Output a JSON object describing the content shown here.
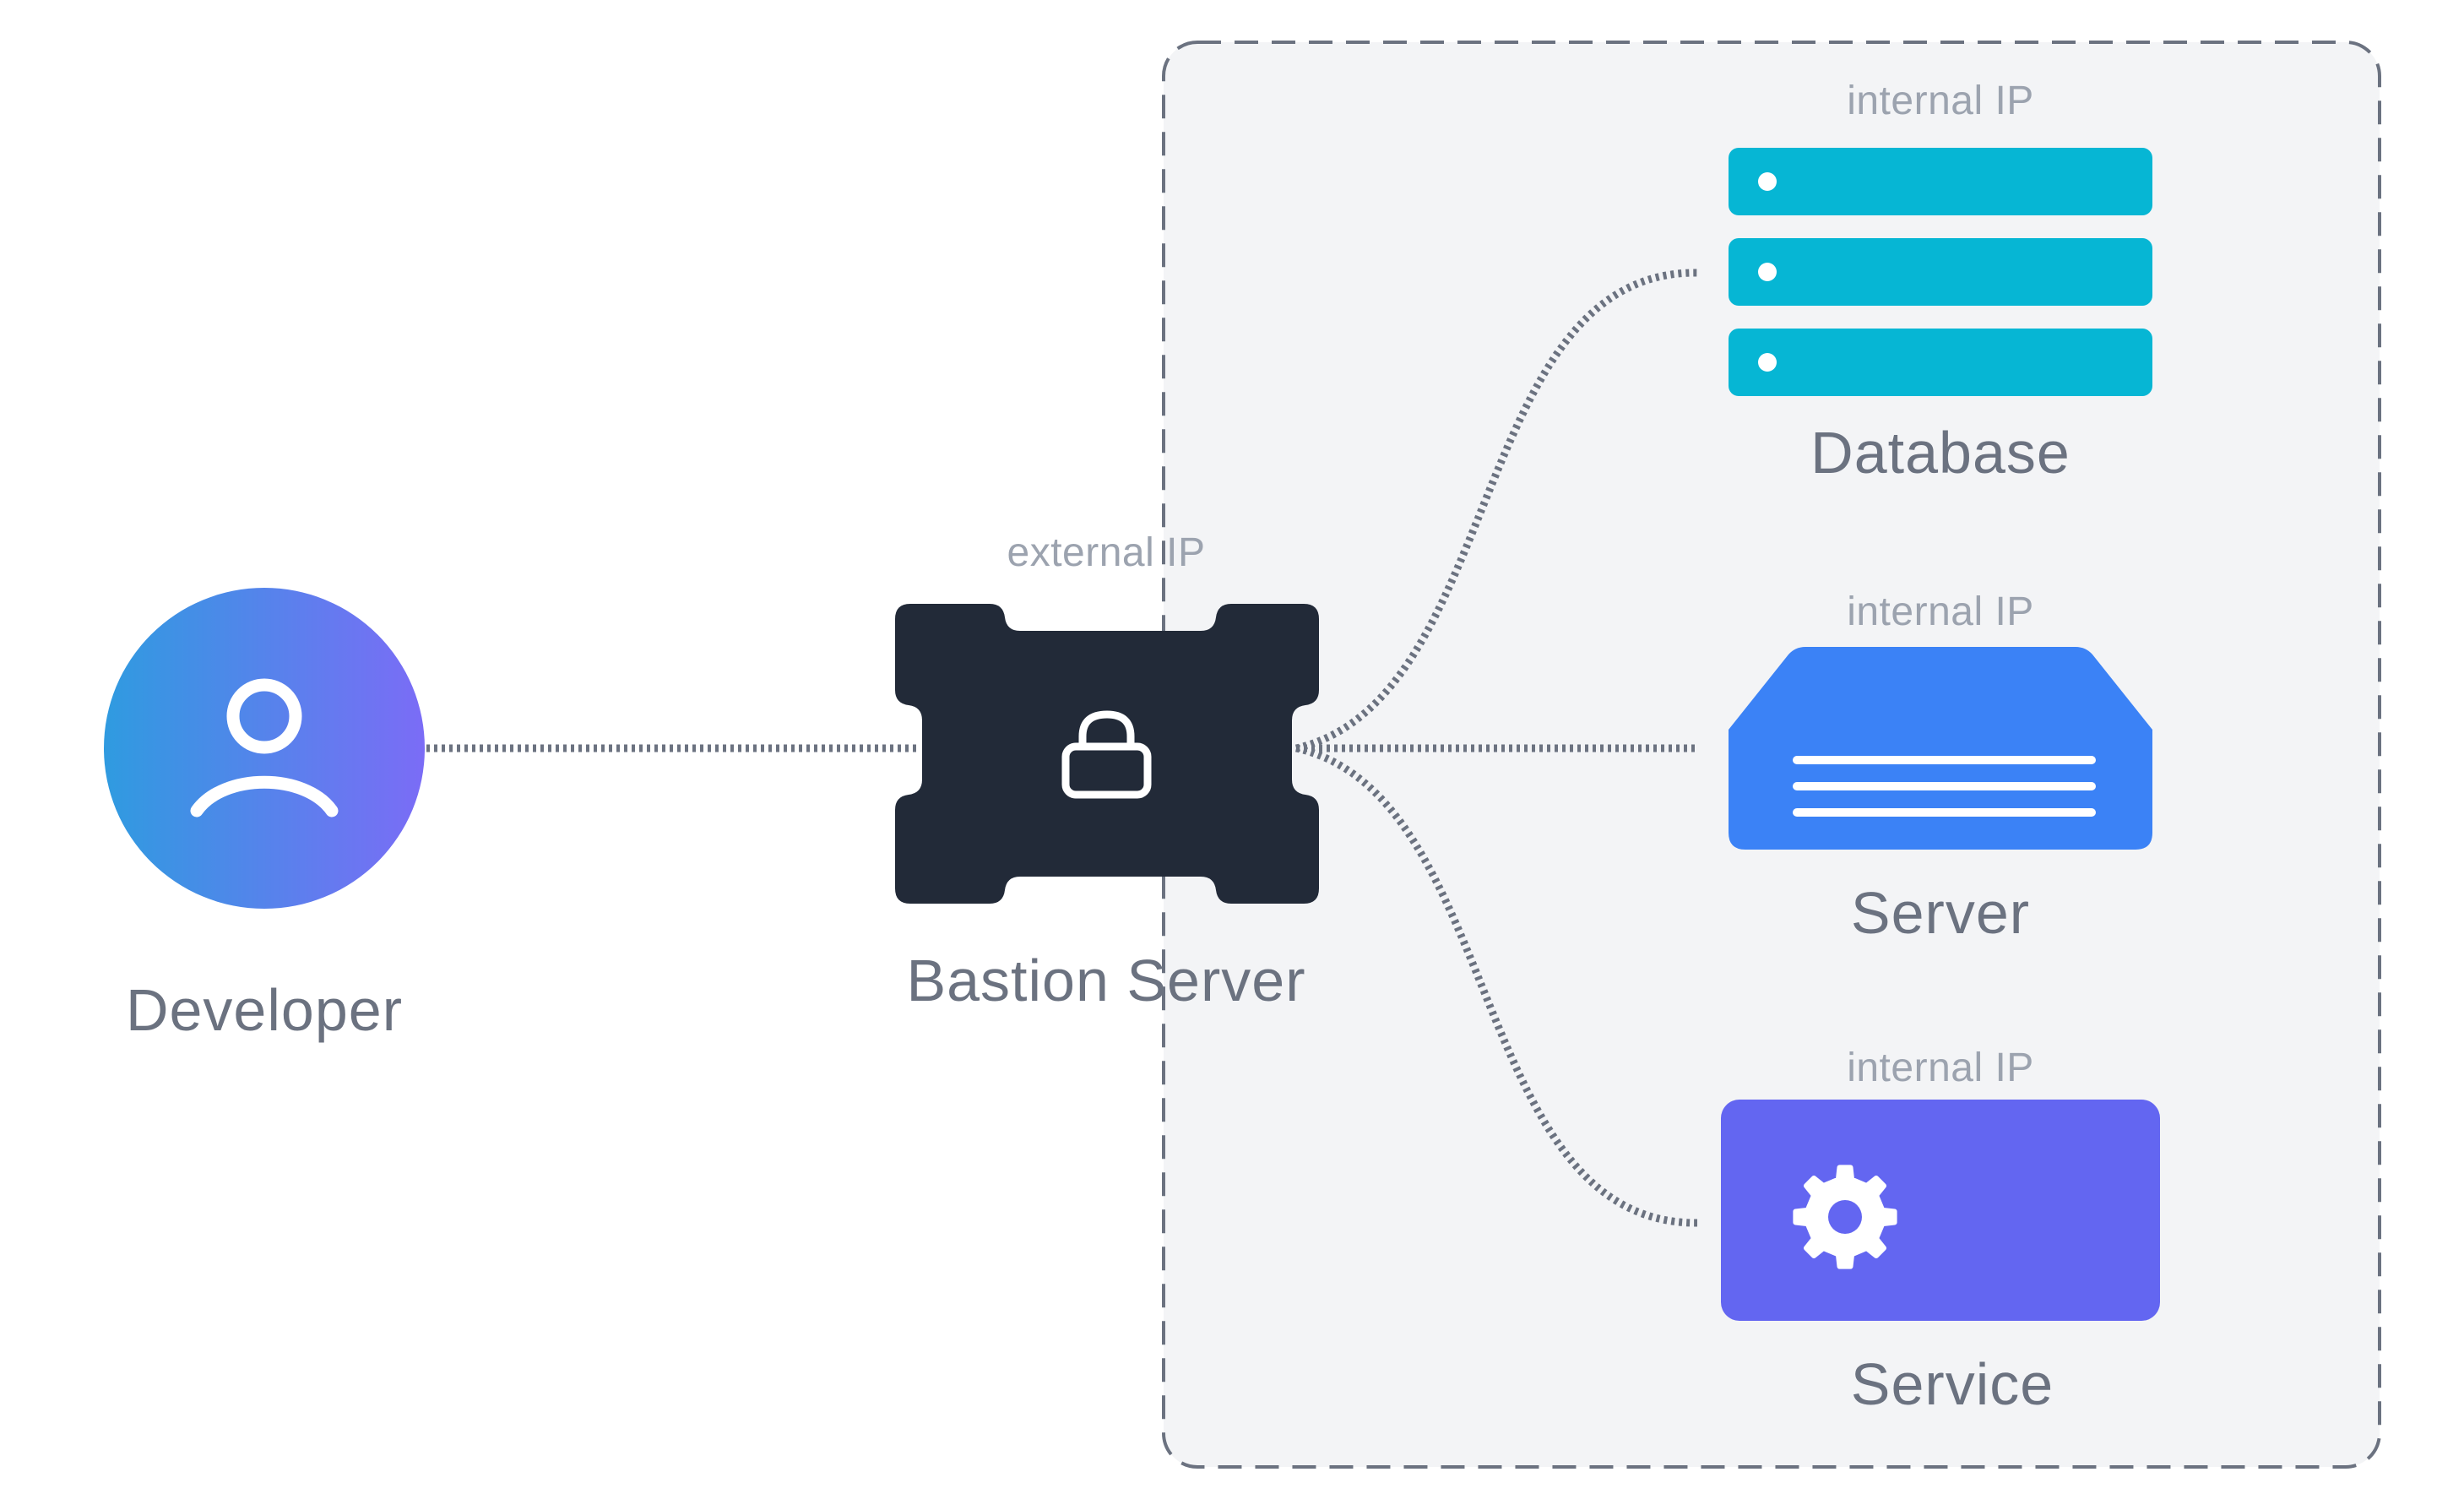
{
  "nodes": {
    "developer": {
      "label": "Developer",
      "icon": "user-icon"
    },
    "bastion": {
      "label": "Bastion Server",
      "ip_label": "external IP",
      "icon": "lock-icon"
    },
    "database": {
      "label": "Database",
      "ip_label": "internal IP",
      "icon": "database-icon"
    },
    "server": {
      "label": "Server",
      "ip_label": "internal IP",
      "icon": "server-icon"
    },
    "service": {
      "label": "Service",
      "ip_label": "internal IP",
      "icon": "gear-icon"
    }
  },
  "colors": {
    "developer_gradient_start": "#2f9be0",
    "developer_gradient_end": "#7b6cf6",
    "bastion": "#222a38",
    "database": "#06b6d4",
    "server": "#3b82f6",
    "service": "#6366f1",
    "private_network_fill": "#f3f4f6",
    "private_network_border": "#6b7280",
    "connector": "#6b7280",
    "label_text": "#6b7280",
    "ip_text": "#9ca3af"
  }
}
